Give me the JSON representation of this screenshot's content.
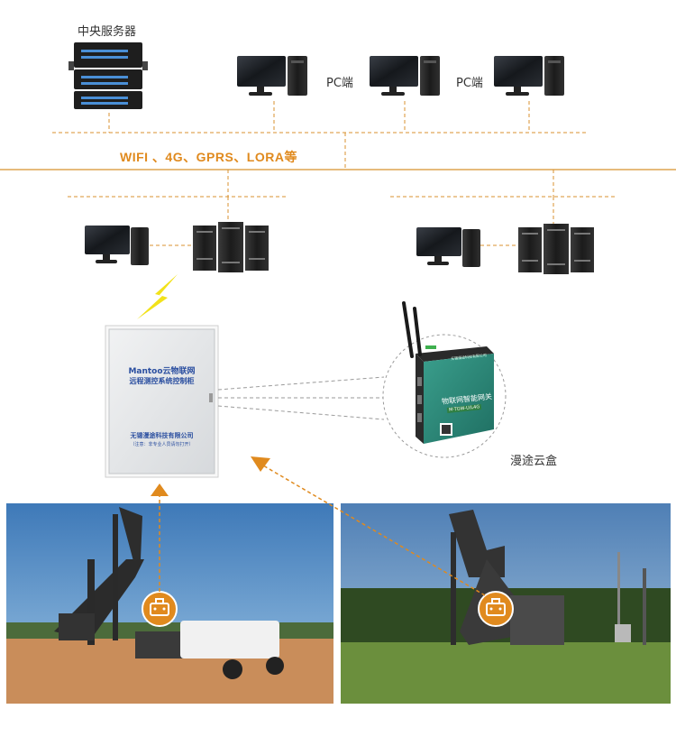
{
  "labels": {
    "central_server": "中央服务器",
    "pc_left": "PC端",
    "pc_right": "PC端",
    "network": "WIFI 、4G、GPRS、LORA等",
    "cloud_box": "漫途云盒"
  },
  "control_cabinet": {
    "title_line1": "Mantoo云物联网",
    "title_line2": "远程测控系统控制柜",
    "company": "无锡漫途科技有限公司",
    "note": "（注意：非专业人员请勿打开）"
  },
  "gateway_device": {
    "top_text": "无锡漫途科技有限公司",
    "title": "物联网智能网关",
    "model": "M-TGW-U/L4G"
  },
  "colors": {
    "accent_orange": "#e08a1e",
    "line_orange": "#d8922f",
    "dashed_gray": "#9a9a9a",
    "device_teal": "#2e8b7a"
  }
}
